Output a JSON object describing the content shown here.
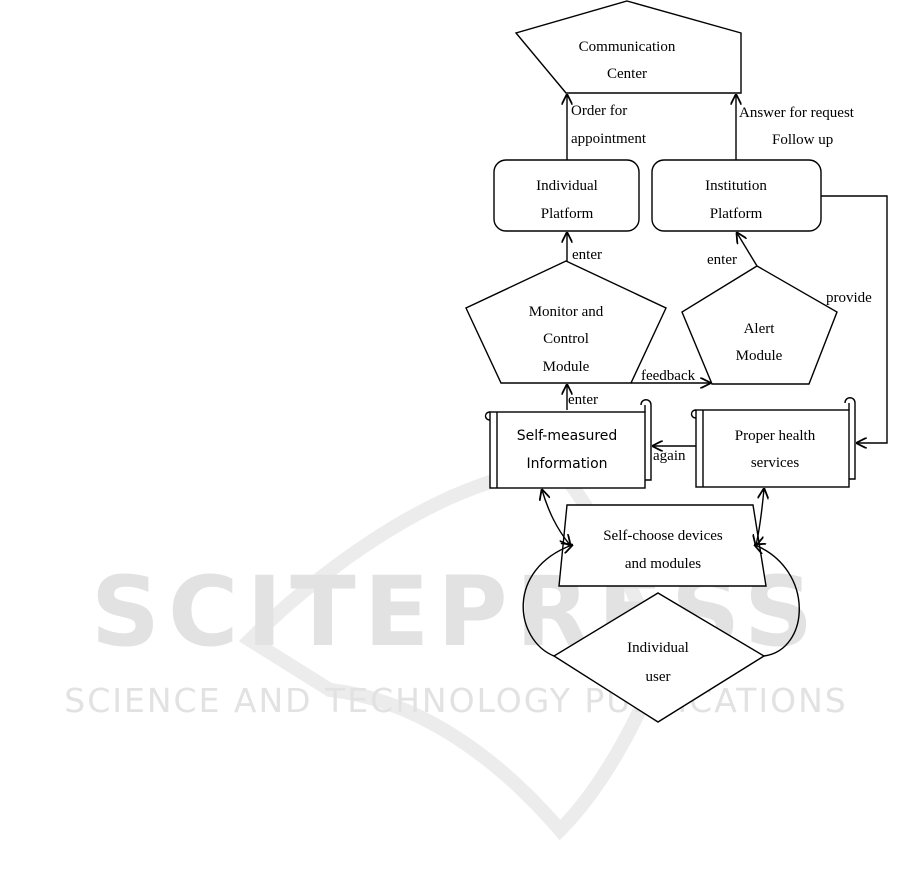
{
  "watermark": {
    "brand": "SCITEPRESS",
    "tagline": "SCIENCE AND TECHNOLOGY PUBLICATIONS"
  },
  "nodes": {
    "communication_center": [
      "Communication",
      "Center"
    ],
    "individual_platform": [
      "Individual",
      "Platform"
    ],
    "institution_platform": [
      "Institution",
      "Platform"
    ],
    "monitor_control_module": [
      "Monitor and",
      "Control",
      "Module"
    ],
    "alert_module": [
      "Alert",
      "Module"
    ],
    "self_measured_information": [
      "Self-measured",
      "Information"
    ],
    "proper_health_services": [
      "Proper health",
      "services"
    ],
    "self_choose_devices": [
      "Self-choose devices",
      "and modules"
    ],
    "individual_user": [
      "Individual",
      "user"
    ]
  },
  "edge_labels": {
    "order_for_appointment": [
      "Order for",
      "appointment"
    ],
    "answer_for_request": [
      "Answer for request",
      "Follow up"
    ],
    "enter_individual": "enter",
    "enter_institution": "enter",
    "provide": "provide",
    "feedback": "feedback",
    "enter_monitor": "enter",
    "again": "again"
  }
}
